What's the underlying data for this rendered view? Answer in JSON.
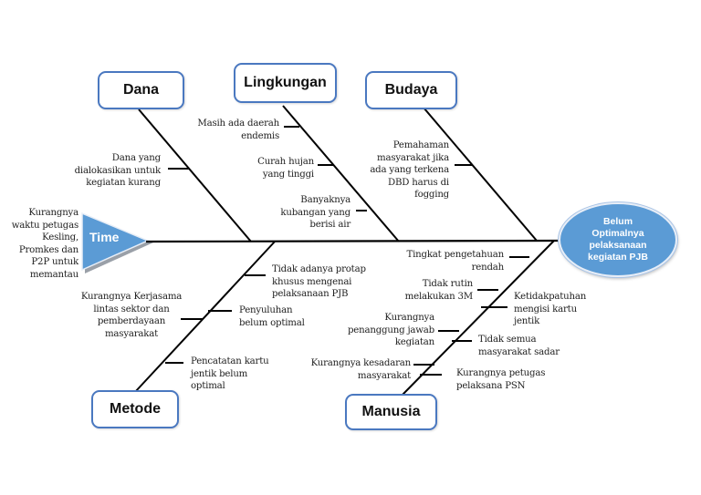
{
  "diagram": {
    "type": "fishbone",
    "effect": "Belum\nOptimalnya\npelaksanaan\nkegiatan PJB",
    "colors": {
      "effect_fill": "#5b9bd5",
      "box_border": "#4a78c0",
      "line": "#000000"
    },
    "categories": {
      "dana": {
        "label": "Dana",
        "causes": [
          "Dana yang\ndialokasikan untuk\nkegiatan kurang"
        ]
      },
      "lingkungan": {
        "label": "Lingkungan",
        "causes": [
          "Masih ada daerah\nendemis",
          "Curah hujan\nyang tinggi",
          "Banyaknya\nkubangan yang\nberisi air"
        ]
      },
      "budaya": {
        "label": "Budaya",
        "causes": [
          "Pemahaman\nmasyarakat jika\nada yang terkena\nDBD harus di\nfogging"
        ]
      },
      "time": {
        "label": "Time",
        "causes": [
          "Kurangnya\nwaktu petugas\nKesling,\nPromkes dan\nP2P untuk\nmemantau"
        ]
      },
      "metode": {
        "label": "Metode",
        "causes": [
          "Tidak adanya protap\nkhusus mengenai\npelaksanaan PJB",
          "Kurangnya Kerjasama\nlintas sektor dan\npemberdayaan\nmasyarakat",
          "Penyuluhan\nbelum optimal",
          "Pencatatan kartu\njentik belum\noptimal"
        ]
      },
      "manusia": {
        "label": "Manusia",
        "causes": [
          "Tingkat pengetahuan\nrendah",
          "Tidak rutin\nmelakukan 3M",
          "Ketidakpatuhan\nmengisi kartu\njentik",
          "Kurangnya\npenanggung jawab\nkegiatan",
          "Tidak semua\nmasyarakat sadar",
          "Kurangnya kesadaran\nmasyarakat",
          "Kurangnya petugas\npelaksana  PSN"
        ]
      }
    }
  }
}
